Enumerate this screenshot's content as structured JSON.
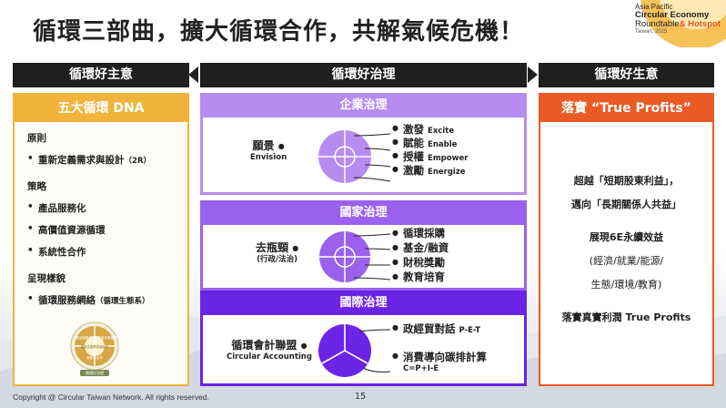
{
  "title": "循環三部曲，擴大循環合作，共解氣候危機！",
  "logo": {
    "line1": "Asia Pacific",
    "line2": "Circular Economy",
    "line3_a": "Roundtable",
    "line3_b": "& Hotspot",
    "line4": "Taiwan, 2025"
  },
  "headers": {
    "left": "循環好主意",
    "middle": "循環好治理",
    "right": "循環好生意"
  },
  "left_panel": {
    "heading": "五大循環 DNA",
    "sections": [
      {
        "title": "原則",
        "items": [
          {
            "text": "重新定義需求與設計",
            "note": "（2R）"
          }
        ]
      },
      {
        "title": "策略",
        "items": [
          {
            "text": "產品服務化",
            "note": ""
          },
          {
            "text": "高價值資源循環",
            "note": ""
          },
          {
            "text": "系統性合作",
            "note": ""
          }
        ]
      },
      {
        "title": "呈現樣貌",
        "items": [
          {
            "text": "循環服務網絡",
            "note": "（循環生態系）"
          }
        ]
      }
    ],
    "dna_caption": "循環好治理",
    "dna_segments": [
      "產品服務化",
      "高價值資源循環",
      "重新定義需求與設計",
      "系統性合作"
    ]
  },
  "middle": {
    "enterprise": {
      "heading": "企業治理",
      "left_label": "願景",
      "left_sub": "Envision",
      "items": [
        {
          "zh": "激發",
          "en": "Excite"
        },
        {
          "zh": "賦能",
          "en": "Enable"
        },
        {
          "zh": "授權",
          "en": "Empower"
        },
        {
          "zh": "激勵",
          "en": "Energize"
        }
      ]
    },
    "national": {
      "heading": "國家治理",
      "left_label": "去瓶頸",
      "left_sub": "(行政/法治)",
      "items": [
        {
          "zh": "循環採購",
          "en": ""
        },
        {
          "zh": "基金/融資",
          "en": ""
        },
        {
          "zh": "財稅獎勵",
          "en": ""
        },
        {
          "zh": "教育培育",
          "en": ""
        }
      ]
    },
    "international": {
      "heading": "國際治理",
      "left_label": "循環會計聯盟",
      "left_sub": "Circular Accounting",
      "items": [
        {
          "zh": "政經貿對話",
          "en": "P-E-T"
        },
        {
          "zh": "消費導向碳排計算",
          "en": "C=P+I-E"
        }
      ]
    }
  },
  "right_panel": {
    "heading": "落實 “True Profits”",
    "p1_line1": "超越「短期股東利益」，",
    "p1_line2": "邁向「長期關係人共益」",
    "p2_line1": "展現6E永續效益",
    "p2_line2": "(經濟/就業/能源/",
    "p2_line3": "生態/環境/教育)",
    "p3": "落實真實利潤 True Profits"
  },
  "footer": "Copyright @ Circular Taiwan Network. All rights reserved.",
  "page_number": "15",
  "colors": {
    "orange_yellow": "#f0b43c",
    "orange_red": "#ea5a24",
    "purple_light": "#b78cf0",
    "purple_mid": "#9a62ec",
    "purple_dark": "#6b24e6",
    "black_bar": "#1f1f1f"
  }
}
